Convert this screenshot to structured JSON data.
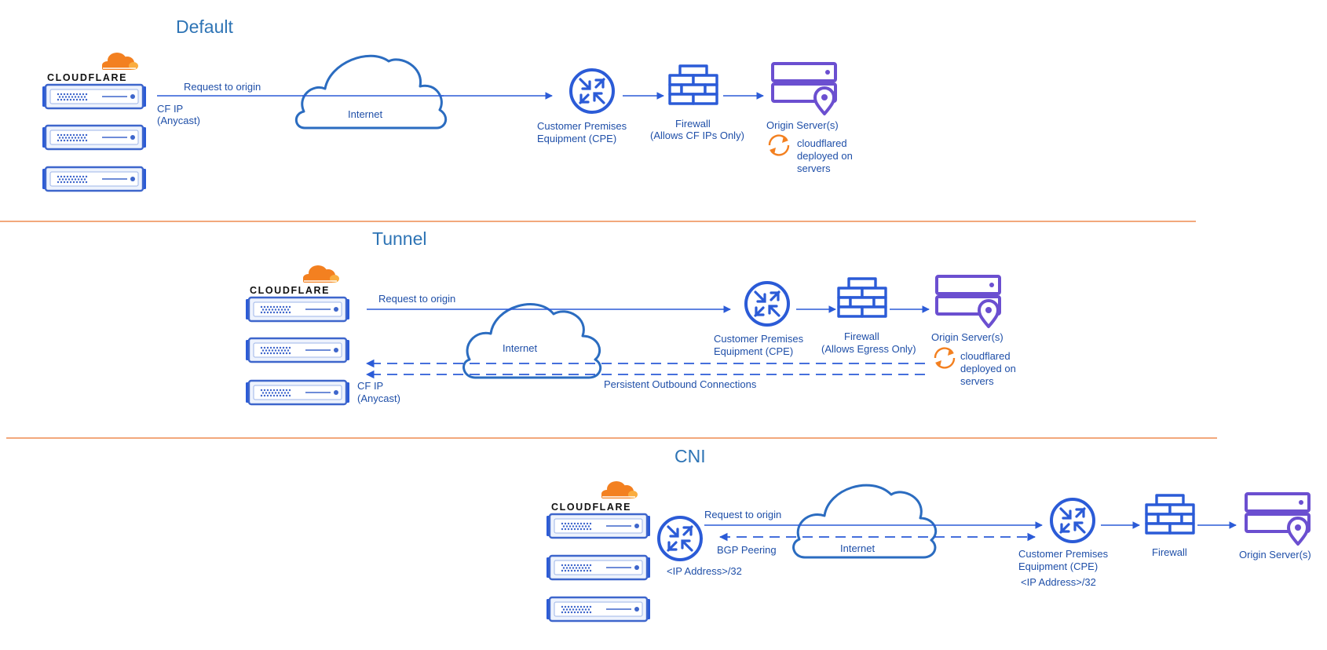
{
  "colors": {
    "primary": "#1f4fa8",
    "icon_blue": "#2b5bd7",
    "server_purple": "#6b4fd0",
    "cloudflare_orange": "#f38020",
    "separator_orange": "#ed8b51",
    "heading_blue": "#2e74b5"
  },
  "icons": {
    "logo": "cloudflare-logo",
    "router": "router-icon",
    "firewall": "firewall-brick-icon",
    "origin": "origin-server-icon",
    "sync": "sync-icon",
    "cloud": "cloud-icon"
  },
  "logo_text": "CLOUDFLARE",
  "sections": {
    "default": {
      "title": "Default",
      "request": "Request to origin",
      "cf_ip": [
        "CF IP",
        "(Anycast)"
      ],
      "internet": "Internet",
      "cpe": [
        "Customer Premises",
        "Equipment (CPE)"
      ],
      "firewall": [
        "Firewall",
        "(Allows CF IPs Only)"
      ],
      "origin": "Origin Server(s)",
      "cloudflared": [
        "cloudflared",
        "deployed on",
        "servers"
      ]
    },
    "tunnel": {
      "title": "Tunnel",
      "request": "Request to origin",
      "internet": "Internet",
      "cpe": [
        "Customer Premises",
        "Equipment (CPE)"
      ],
      "firewall": [
        "Firewall",
        "(Allows Egress Only)"
      ],
      "origin": "Origin Server(s)",
      "cloudflared": [
        "cloudflared",
        "deployed on",
        "servers"
      ],
      "persistent": "Persistent Outbound Connections",
      "cf_ip": [
        "CF IP",
        "(Anycast)"
      ]
    },
    "cni": {
      "title": "CNI",
      "request": "Request to origin",
      "bgp": "BGP Peering",
      "ip_left": "<IP Address>/32",
      "internet": "Internet",
      "cpe": [
        "Customer Premises",
        "Equipment (CPE)"
      ],
      "ip_right": "<IP Address>/32",
      "firewall": "Firewall",
      "origin": "Origin Server(s)"
    }
  }
}
